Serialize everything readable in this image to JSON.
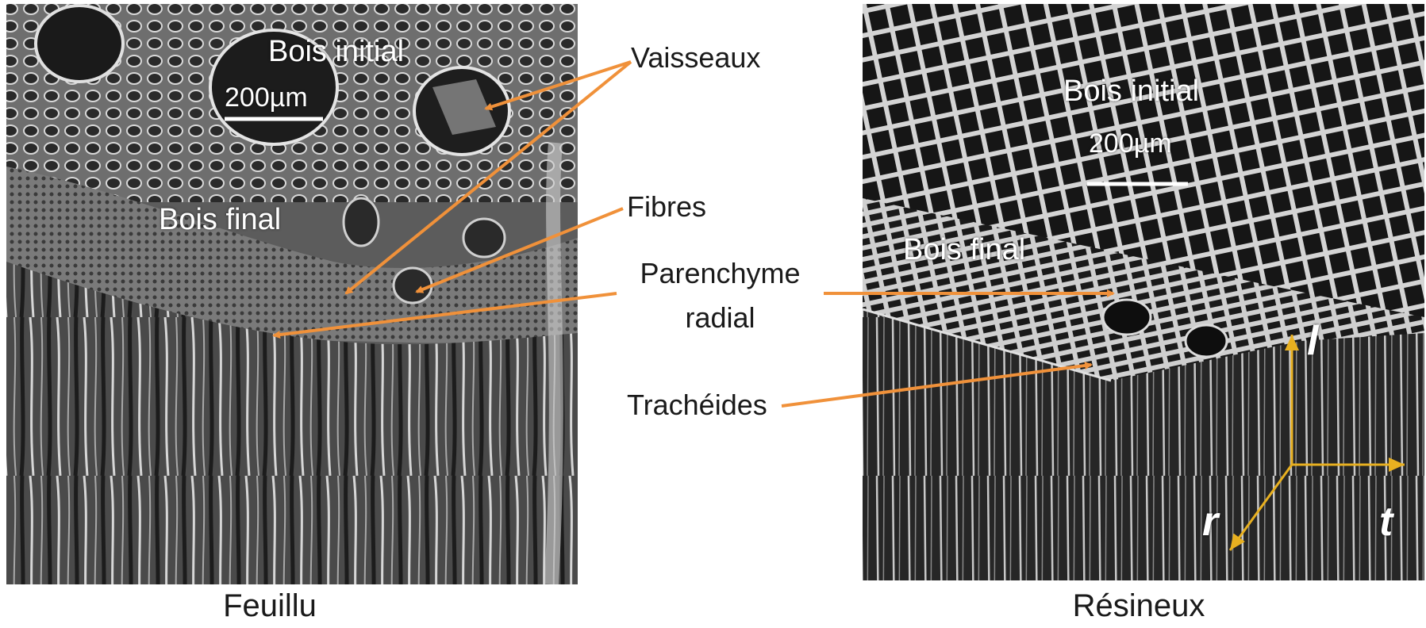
{
  "labels": {
    "left_panel": "Feuillu",
    "right_panel": "Résineux",
    "vaisseaux": "Vaisseaux",
    "fibres": "Fibres",
    "parenchyme_1": "Parenchyme",
    "parenchyme_2": "radial",
    "tracheides": "Trachéides"
  },
  "left_image": {
    "bois_initial": "Bois initial",
    "scale": "200µm",
    "bois_final": "Bois final"
  },
  "right_image": {
    "bois_initial": "Bois initial",
    "scale": "200µm",
    "bois_final": "Bois final"
  },
  "axes": {
    "l": "l",
    "r": "r",
    "t": "t"
  },
  "colors": {
    "arrow": "#f0913a",
    "axis": "#e8b020",
    "micrograph_bg": "#5c5c5c",
    "micrograph_dark": "#1e1e1e"
  }
}
